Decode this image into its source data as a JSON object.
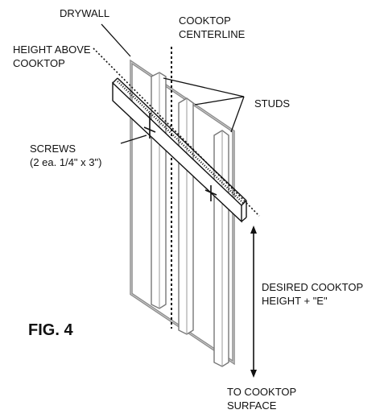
{
  "labels": {
    "drywall": "DRYWALL",
    "cooktop_centerline_1": "COOKTOP",
    "cooktop_centerline_2": "CENTERLINE",
    "height_above_1": "HEIGHT ABOVE",
    "height_above_2": "COOKTOP",
    "studs": "STUDS",
    "screws_1": "SCREWS",
    "screws_2": "(2 ea. 1/4\" x 3\")",
    "desired_1": "DESIRED COOKTOP",
    "desired_2": "HEIGHT + \"E\"",
    "surface_1": "TO COOKTOP",
    "surface_2": "SURFACE",
    "figure": "FIG. 4"
  },
  "colors": {
    "drywall_edge": "#8a8a8a",
    "line": "#111111"
  }
}
